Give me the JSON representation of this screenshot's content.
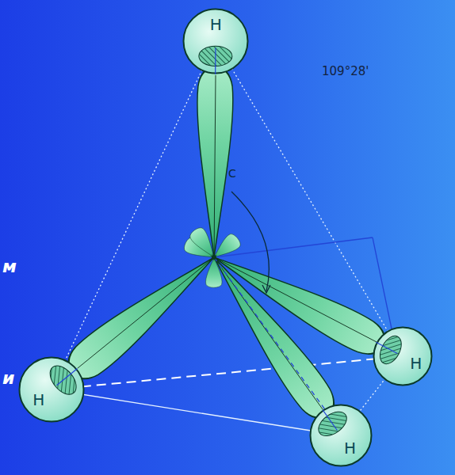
{
  "diagram": {
    "nodes": [
      {
        "text": [
          "H"
        ]
      },
      {
        "text": [
          "H"
        ]
      },
      {
        "text": [
          "H"
        ]
      },
      {
        "text": [
          "H"
        ]
      }
    ],
    "labels": [
      "C",
      "109°28'",
      "м",
      "и"
    ]
  }
}
